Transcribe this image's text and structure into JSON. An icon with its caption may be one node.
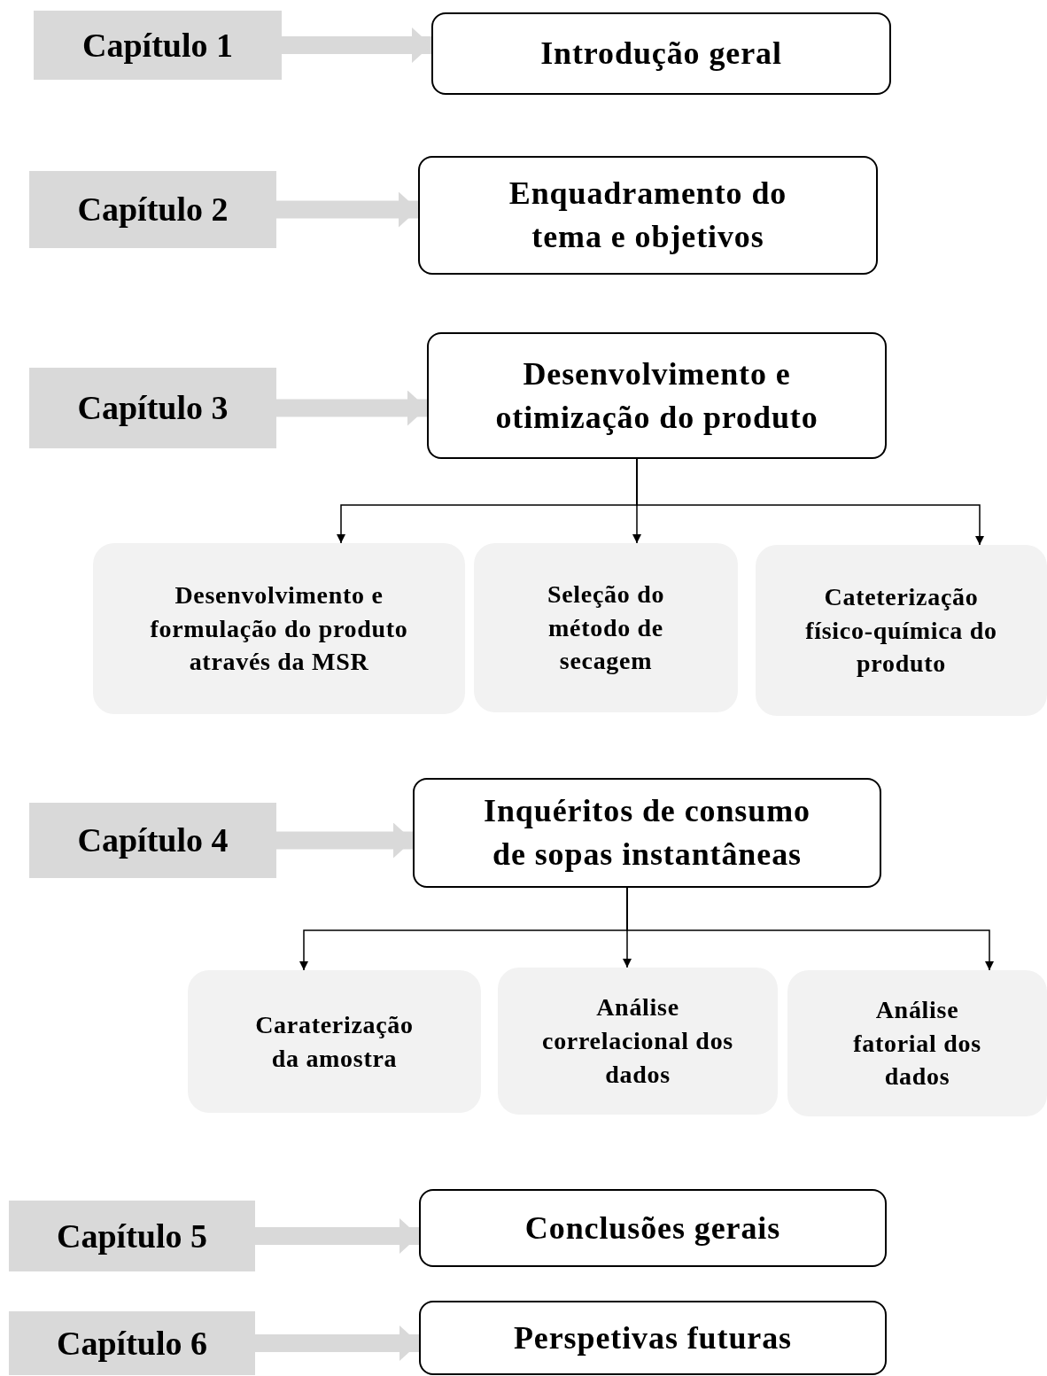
{
  "diagram": {
    "nodes": [
      {
        "text": [
          "Capítulo 1"
        ]
      },
      {
        "text": [
          "Introdução geral"
        ]
      },
      {
        "text": [
          "Capítulo 2"
        ]
      },
      {
        "text": [
          "Enquadramento do tema e objetivos"
        ]
      },
      {
        "text": [
          "Capítulo 3"
        ]
      },
      {
        "text": [
          "Desenvolvimento e otimização do produto"
        ]
      },
      {
        "text": [
          "Desenvolvimento e formulação do produto através da MSR"
        ]
      },
      {
        "text": [
          "Seleção do método de secagem"
        ]
      },
      {
        "text": [
          "Cateterização físico-química do produto"
        ]
      },
      {
        "text": [
          "Capítulo 4"
        ]
      },
      {
        "text": [
          "Inquéritos de consumo de sopas instantâneas"
        ]
      },
      {
        "text": [
          "Caraterização da amostra"
        ]
      },
      {
        "text": [
          "Análise correlacional dos dados"
        ]
      },
      {
        "text": [
          "Análise fatorial dos dados"
        ]
      },
      {
        "text": [
          "Capítulo 5"
        ]
      },
      {
        "text": [
          "Conclusões gerais"
        ]
      },
      {
        "text": [
          "Capítulo 6"
        ]
      },
      {
        "text": [
          "Perspetivas futuras"
        ]
      }
    ],
    "edges": [
      {
        "from": 0,
        "to": 1,
        "arrow": "to",
        "style": "thick",
        "color": "#d9d9d9"
      },
      {
        "from": 2,
        "to": 3,
        "arrow": "to",
        "style": "thick",
        "color": "#d9d9d9"
      },
      {
        "from": 4,
        "to": 5,
        "arrow": "to",
        "style": "thick",
        "color": "#d9d9d9"
      },
      {
        "from": 5,
        "to": 6,
        "arrow": "to",
        "color": "#000000"
      },
      {
        "from": 5,
        "to": 7,
        "arrow": "to",
        "color": "#000000"
      },
      {
        "from": 5,
        "to": 8,
        "arrow": "to",
        "color": "#000000"
      },
      {
        "from": 9,
        "to": 10,
        "arrow": "to",
        "style": "thick",
        "color": "#d9d9d9"
      },
      {
        "from": 10,
        "to": 11,
        "arrow": "to",
        "color": "#000000"
      },
      {
        "from": 10,
        "to": 12,
        "arrow": "to",
        "color": "#000000"
      },
      {
        "from": 10,
        "to": 13,
        "arrow": "to",
        "color": "#000000"
      },
      {
        "from": 14,
        "to": 15,
        "arrow": "to",
        "style": "thick",
        "color": "#d9d9d9"
      },
      {
        "from": 16,
        "to": 17,
        "arrow": "to",
        "style": "thick",
        "color": "#d9d9d9"
      }
    ]
  }
}
